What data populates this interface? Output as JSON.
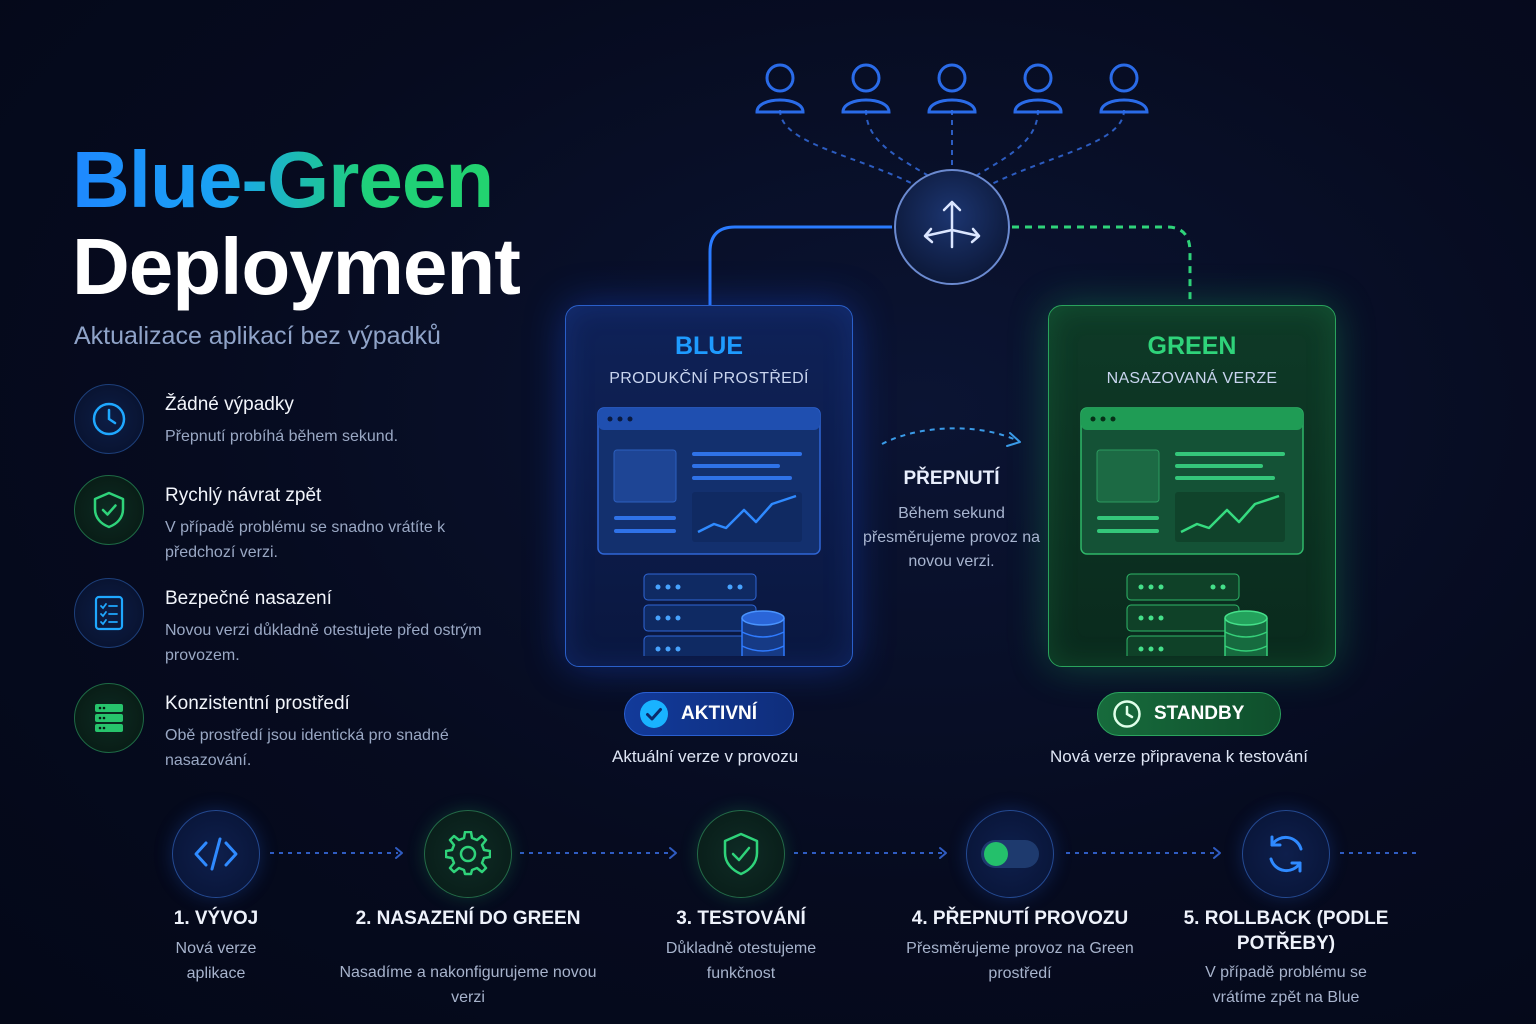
{
  "title": {
    "line1": "Blue-Green",
    "line2": "Deployment",
    "subtitle": "Aktualizace aplikací bez výpadků"
  },
  "features": [
    {
      "title": "Žádné výpadky",
      "desc": "Přepnutí probíhá během sekund.",
      "icon": "clock-icon"
    },
    {
      "title": "Rychlý návrat zpět",
      "desc": "V případě problému se snadno vrátíte k předchozí verzi.",
      "icon": "shield-check-icon"
    },
    {
      "title": "Bezpečné nasazení",
      "desc": "Novou verzi důkladně otestujete před ostrým provozem.",
      "icon": "checklist-icon"
    },
    {
      "title": "Konzistentní prostředí",
      "desc": "Obě prostředí jsou identická pro snadné nasazování.",
      "icon": "server-stack-icon"
    }
  ],
  "blue": {
    "name": "BLUE",
    "label": "PRODUKČNÍ PROSTŘEDÍ",
    "badge": "AKTIVNÍ",
    "status": "Aktuální verze v provozu"
  },
  "green": {
    "name": "GREEN",
    "label": "NASAZOVANÁ VERZE",
    "badge": "STANDBY",
    "status": "Nová verze připravena k testování"
  },
  "switch": {
    "title": "PŘEPNUTÍ",
    "desc": "Během sekund přesměrujeme provoz na novou verzi."
  },
  "steps": [
    {
      "title": "1. VÝVOJ",
      "desc": "Nová verze aplikace",
      "icon": "code-icon"
    },
    {
      "title": "2. NASAZENÍ DO GREEN",
      "desc": "Nasadíme a nakonfigurujeme novou verzi",
      "icon": "gear-icon"
    },
    {
      "title": "3. TESTOVÁNÍ",
      "desc": "Důkladně otestujeme funkčnost",
      "icon": "shield-check-icon"
    },
    {
      "title": "4. PŘEPNUTÍ PROVOZU",
      "desc": "Přesměrujeme provoz na Green prostředí",
      "icon": "toggle-icon"
    },
    {
      "title": "5. ROLLBACK (PODLE POTŘEBY)",
      "desc": "V případě problému se vrátíme zpět na Blue",
      "icon": "refresh-icon"
    }
  ],
  "colors": {
    "blue": "#1e88ff",
    "green": "#22d36f",
    "background": "#060b1f"
  }
}
